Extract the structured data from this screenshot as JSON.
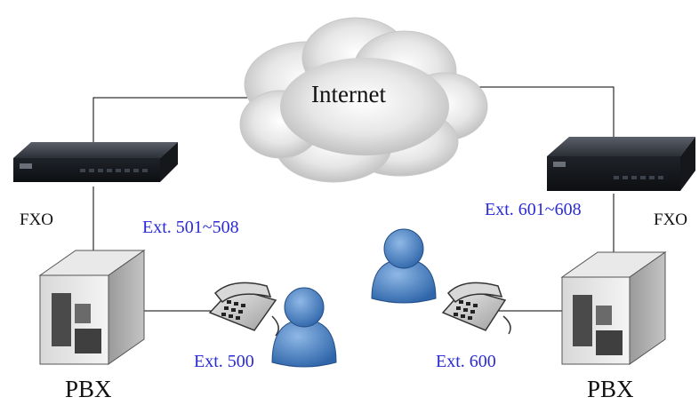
{
  "cloud": {
    "label": "Internet"
  },
  "left_site": {
    "gateway_label": "FXO",
    "extension_range": "Ext. 501~508",
    "phone_extension": "Ext. 500",
    "pbx_label": "PBX"
  },
  "right_site": {
    "gateway_label": "FXO",
    "extension_range": "Ext. 601~608",
    "phone_extension": "Ext. 600",
    "pbx_label": "PBX"
  },
  "colors": {
    "line": "#000000",
    "extension_text": "#2a2ad6",
    "label_text": "#111111",
    "user_figure": "#4f86c6",
    "cloud": "#d9d9d9"
  }
}
